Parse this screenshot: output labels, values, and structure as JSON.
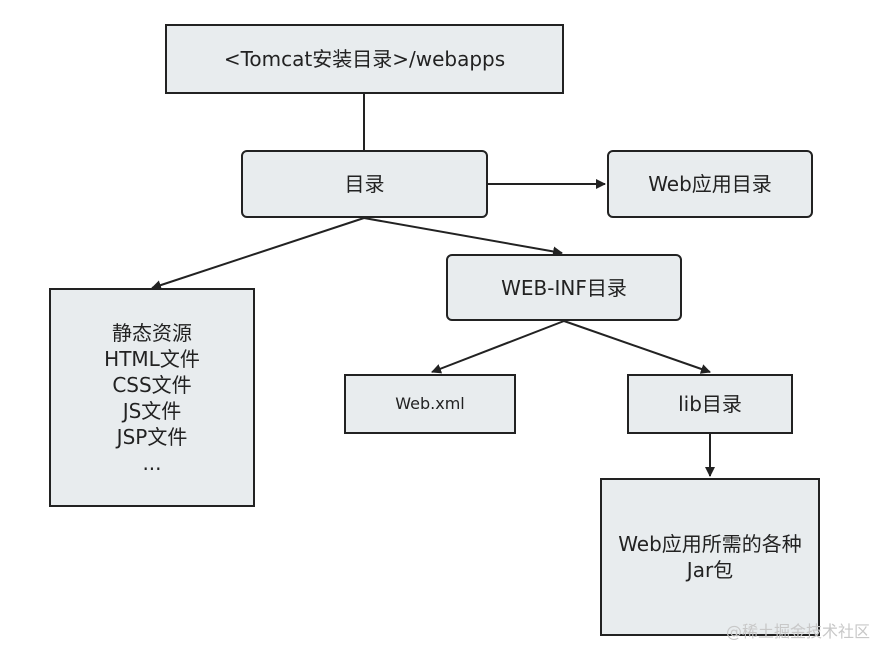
{
  "nodes": {
    "root": "<Tomcat安装目录>/webapps",
    "dir": "目录",
    "webapp_dir": "Web应用目录",
    "webinf": "WEB-INF目录",
    "static": [
      "静态资源",
      "HTML文件",
      "CSS文件",
      "JS文件",
      "JSP文件",
      "..."
    ],
    "webxml": "Web.xml",
    "lib": "lib目录",
    "jar": [
      "Web应用所需的各种",
      "Jar包"
    ]
  },
  "watermark": "@稀土掘金技术社区"
}
